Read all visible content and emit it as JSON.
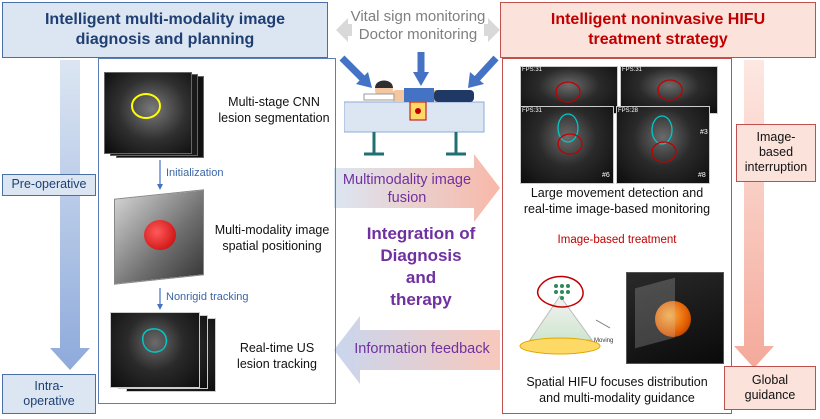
{
  "header_left": {
    "line1": "Intelligent multi-modality image",
    "line2": "diagnosis and planning"
  },
  "header_right": {
    "line1": "Intelligent noninvasive HIFU",
    "line2": "treatment strategy"
  },
  "vital": {
    "line1": "Vital sign monitoring",
    "line2": "Doctor monitoring"
  },
  "left": {
    "pre_operative": "Pre-operative",
    "intra_operative_1": "Intra-",
    "intra_operative_2": "operative",
    "cnn_1": "Multi-stage CNN",
    "cnn_2": "lesion segmentation",
    "initialization": "Initialization",
    "spatial_1": "Multi-modality image",
    "spatial_2": "spatial positioning",
    "nonrigid": "Nonrigid tracking",
    "tracking_1": "Real-time US",
    "tracking_2": "lesion tracking"
  },
  "middle": {
    "fusion_1": "Multimodality image",
    "fusion_2": "fusion",
    "integration_1": "Integration of",
    "integration_2": "Diagnosis",
    "integration_3": "and",
    "integration_4": "therapy",
    "feedback": "Information feedback"
  },
  "right": {
    "movement_1": "Large movement detection and",
    "movement_2": "real-time image-based monitoring",
    "image_based_treatment": "Image-based treatment",
    "hifu_1": "Spatial HIFU focuses distribution",
    "hifu_2": "and multi-modality guidance",
    "interruption_1": "Image-",
    "interruption_2": "based",
    "interruption_3": "interruption",
    "global_1": "Global",
    "global_2": "guidance",
    "fps_labels": [
      "FPS:31",
      "FPS:31",
      "FPS:31",
      "FPS:28"
    ],
    "frame_numbers": [
      "#3",
      "#6",
      "#8"
    ],
    "moving_label": "Moving"
  },
  "colors": {
    "blue": "#4a6fa5",
    "red": "#c00000",
    "purple": "#7030a0",
    "blue_fill": "#dce6f2",
    "red_fill": "#fbe3dc"
  }
}
